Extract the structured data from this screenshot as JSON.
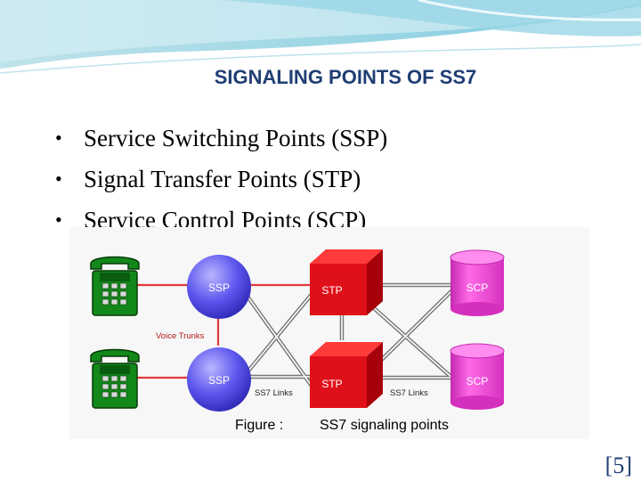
{
  "slide": {
    "title": "SIGNALING POINTS OF SS7",
    "bullets": [
      "Service Switching Points (SSP)",
      "Signal Transfer Points (STP)",
      "Service Control Points (SCP)"
    ],
    "citation": "[5]"
  },
  "diagram": {
    "nodes": {
      "ssp_top": "SSP",
      "ssp_bottom": "SSP",
      "stp_top": "STP",
      "stp_bottom": "STP",
      "scp_top": "SCP",
      "scp_bottom": "SCP"
    },
    "labels": {
      "voice_trunks": "Voice Trunks",
      "ss7_links_left": "SS7 Links",
      "ss7_links_right": "SS7 Links"
    },
    "caption_label": "Figure :",
    "caption_text": "SS7 signaling points"
  },
  "colors": {
    "title": "#1f3e73",
    "ssp": "#5b55ee",
    "stp": "#e0101a",
    "scp": "#ff4fe0",
    "phone": "#12881a",
    "voice_trunk": "#e23a3a"
  }
}
